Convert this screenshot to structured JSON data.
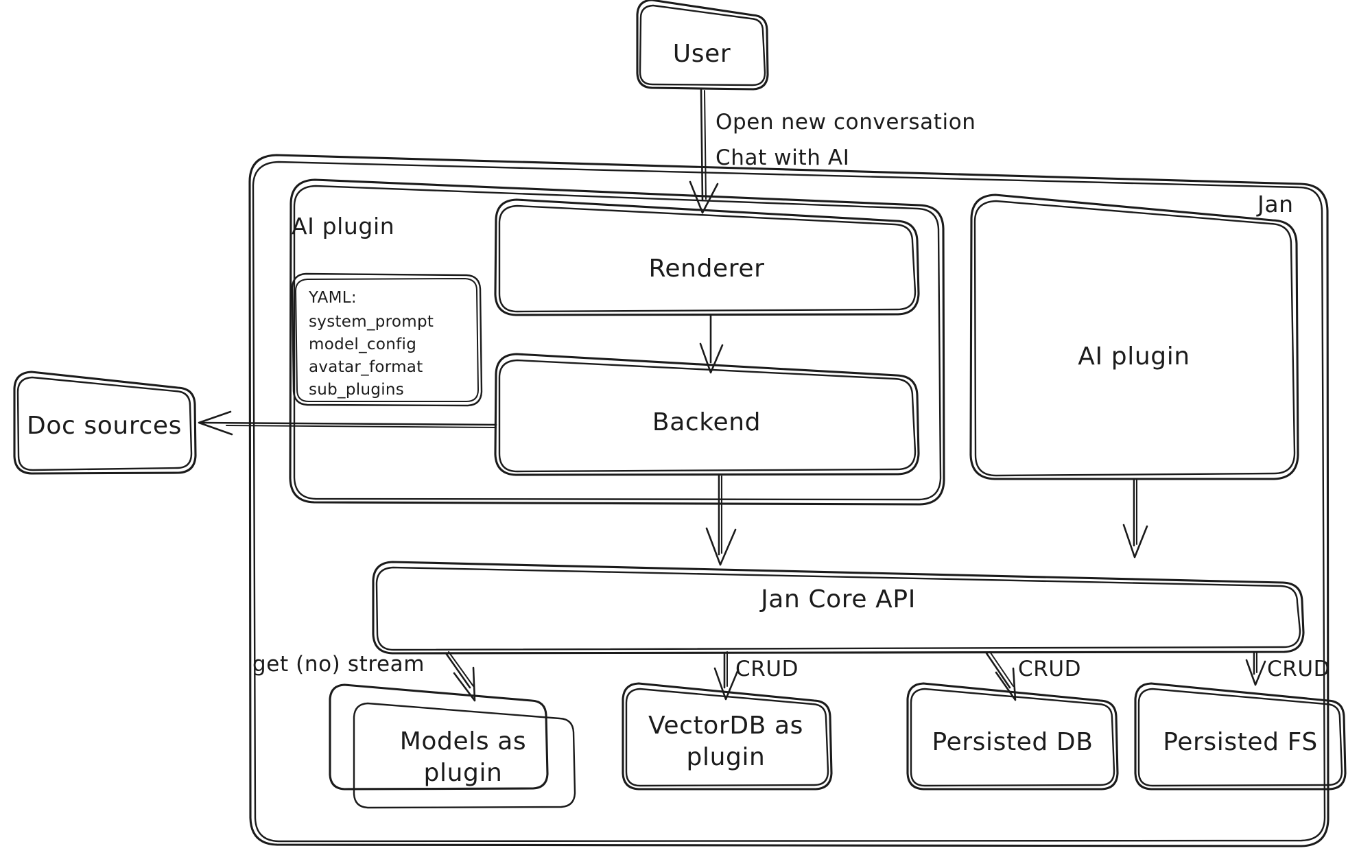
{
  "diagram": {
    "type": "architecture-flowchart",
    "style": "hand-drawn-sketch",
    "stroke_color": "#1b1b1b",
    "background_color": "#ffffff"
  },
  "containers": {
    "jan": {
      "label": "Jan",
      "label_position": "top-right"
    },
    "ai_plugin_group": {
      "label": "AI plugin",
      "label_position": "top-left"
    }
  },
  "nodes": {
    "user": {
      "label": "User"
    },
    "renderer": {
      "label": "Renderer"
    },
    "backend": {
      "label": "Backend"
    },
    "ai_plugin_right": {
      "label": "AI plugin"
    },
    "doc_sources": {
      "label": "Doc sources"
    },
    "jan_core_api": {
      "label": "Jan Core API"
    },
    "models_plugin": {
      "label_line1": "Models as",
      "label_line2": "plugin"
    },
    "vectordb_plugin": {
      "label_line1": "VectorDB as",
      "label_line2": "plugin"
    },
    "persisted_db": {
      "label": "Persisted DB"
    },
    "persisted_fs": {
      "label": "Persisted FS"
    }
  },
  "yaml_card": {
    "title": "YAML:",
    "keys": [
      "system_prompt",
      "model_config",
      "avatar_format",
      "sub_plugins"
    ]
  },
  "edges": [
    {
      "from": "user",
      "to": "renderer",
      "label_line1": "Open new conversation",
      "label_line2": "Chat with AI"
    },
    {
      "from": "renderer",
      "to": "backend",
      "label": ""
    },
    {
      "from": "backend",
      "to": "doc_sources",
      "label": ""
    },
    {
      "from": "backend",
      "to": "jan_core_api",
      "label": ""
    },
    {
      "from": "ai_plugin_right",
      "to": "jan_core_api",
      "label": ""
    },
    {
      "from": "jan_core_api",
      "to": "models_plugin",
      "label": "get (no) stream"
    },
    {
      "from": "jan_core_api",
      "to": "vectordb_plugin",
      "label": "CRUD"
    },
    {
      "from": "jan_core_api",
      "to": "persisted_db",
      "label": "CRUD"
    },
    {
      "from": "jan_core_api",
      "to": "persisted_fs",
      "label": "CRUD"
    }
  ],
  "edge_labels": {
    "user_to_renderer_line1": "Open new conversation",
    "user_to_renderer_line2": "Chat with AI",
    "get_no_stream": "get (no) stream",
    "crud_vectordb": "CRUD",
    "crud_persisted_db": "CRUD",
    "crud_persisted_fs": "CRUD"
  }
}
